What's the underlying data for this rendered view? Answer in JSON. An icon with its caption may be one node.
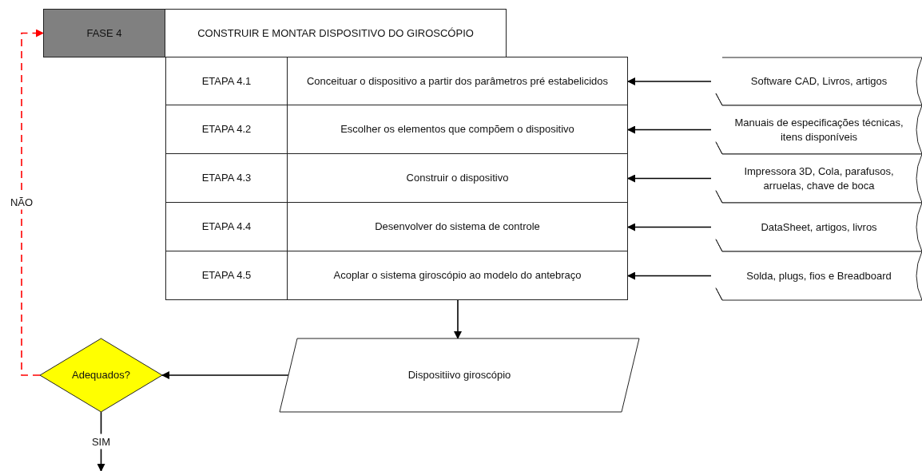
{
  "diagram": {
    "nodes": [
      {
        "text": [
          "FASE 4"
        ]
      },
      {
        "text": [
          "CONSTRUIR E MONTAR DISPOSITIVO DO GIROSCÓPIO"
        ]
      },
      {
        "text": [
          "ETAPA 4.1"
        ]
      },
      {
        "text": [
          "Conceituar o dispositivo a partir dos parâmetros pré estabelicidos"
        ]
      },
      {
        "text": [
          "Software CAD, Livros, artigos"
        ]
      },
      {
        "text": [
          "ETAPA 4.2"
        ]
      },
      {
        "text": [
          "Escolher os elementos que compõem o dispositivo"
        ]
      },
      {
        "text": [
          "Manuais de especificações técnicas, itens disponíveis"
        ]
      },
      {
        "text": [
          "ETAPA 4.3"
        ]
      },
      {
        "text": [
          "Construir o dispositivo"
        ]
      },
      {
        "text": [
          "Impressora 3D, Cola, parafusos, arruelas, chave de boca"
        ]
      },
      {
        "text": [
          "ETAPA 4.4"
        ]
      },
      {
        "text": [
          "Desenvolver do sistema de controle"
        ]
      },
      {
        "text": [
          "DataSheet, artigos, livros"
        ]
      },
      {
        "text": [
          "ETAPA 4.5"
        ]
      },
      {
        "text": [
          "Acoplar o sistema giroscópio ao modelo do antebraço"
        ]
      },
      {
        "text": [
          "Solda, plugs, fios e Breadboard"
        ]
      },
      {
        "text": [
          "Dispositiivo giroscópio"
        ]
      },
      {
        "text": [
          "Adequados?"
        ]
      }
    ],
    "edges": [
      {
        "from": 4,
        "to": 3,
        "arrow": "to"
      },
      {
        "from": 7,
        "to": 6,
        "arrow": "to"
      },
      {
        "from": 10,
        "to": 9,
        "arrow": "to"
      },
      {
        "from": 13,
        "to": 12,
        "arrow": "to"
      },
      {
        "from": 16,
        "to": 15,
        "arrow": "to"
      },
      {
        "from": 15,
        "to": 17,
        "arrow": "to"
      },
      {
        "from": 17,
        "to": 18,
        "arrow": "to"
      },
      {
        "from": 18,
        "to": 0,
        "arrow": "to",
        "label": "NÃO",
        "style": "dashed",
        "color": "#ff0000"
      },
      {
        "from": 18,
        "to": null,
        "arrow": "to",
        "label": "SIM"
      }
    ]
  }
}
